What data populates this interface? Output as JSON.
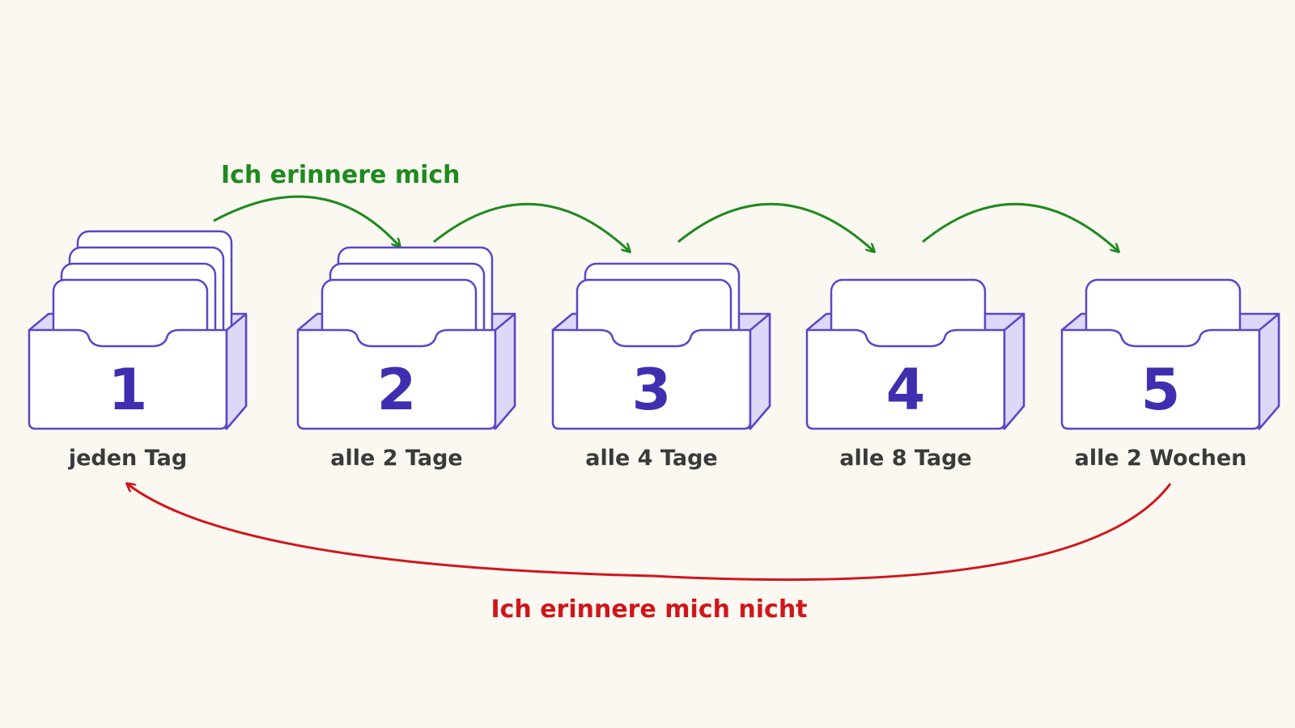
{
  "colors": {
    "background": "#fbf8f1",
    "box_stroke": "#5b46c8",
    "box_side_fill": "#ddd8f7",
    "box_front_fill": "#ffffff",
    "number": "#3f2fb0",
    "label": "#3a3a3a",
    "arrow_forward": "#1f8a1f",
    "arrow_back": "#d0161b"
  },
  "forward_caption": "Ich erinnere mich",
  "back_caption": "Ich erinnere mich nicht",
  "boxes": [
    {
      "number": "1",
      "label": "jeden Tag",
      "cards": 4
    },
    {
      "number": "2",
      "label": "alle 2 Tage",
      "cards": 3
    },
    {
      "number": "3",
      "label": "alle 4 Tage",
      "cards": 2
    },
    {
      "number": "4",
      "label": "alle 8 Tage",
      "cards": 1
    },
    {
      "number": "5",
      "label": "alle 2 Wochen",
      "cards": 1
    }
  ]
}
